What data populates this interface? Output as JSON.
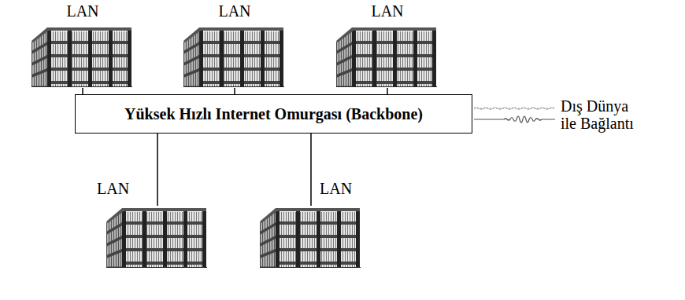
{
  "diagram": {
    "nodes": [
      {
        "text": [
          "LAN"
        ]
      },
      {
        "text": [
          "LAN"
        ]
      },
      {
        "text": [
          "LAN"
        ]
      },
      {
        "text": [
          "Yüksek Hızlı Internet Omurgası (Backbone)"
        ]
      },
      {
        "text": [
          "LAN"
        ]
      },
      {
        "text": [
          "LAN"
        ]
      }
    ],
    "edges": [
      {
        "from": 0,
        "to": 3,
        "arrow": "none"
      },
      {
        "from": 1,
        "to": 3,
        "arrow": "none"
      },
      {
        "from": 2,
        "to": 3,
        "arrow": "none"
      },
      {
        "from": 3,
        "to": 4,
        "arrow": "none"
      },
      {
        "from": 3,
        "to": 5,
        "arrow": "none"
      }
    ],
    "labels": [
      "Dış Dünya ile Bağlantı"
    ]
  }
}
